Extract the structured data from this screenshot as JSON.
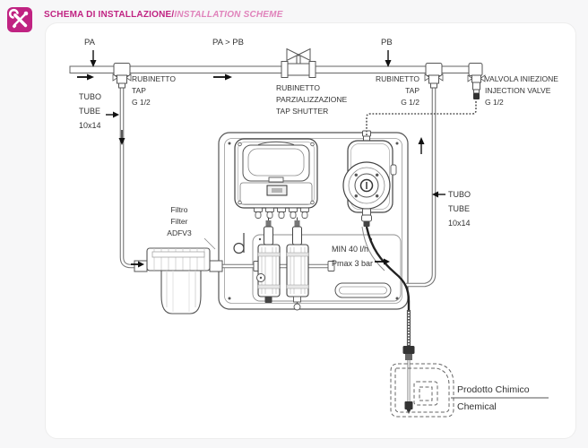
{
  "header": {
    "title_primary": "SCHEMA DI INSTALLAZIONE/",
    "title_secondary": "INSTALLATION SCHEME",
    "icon": "tools-icon",
    "accent_color": "#c02382",
    "accent_light": "#e083bb"
  },
  "diagram": {
    "flow_points": {
      "pa": "PA",
      "pa_gt_pb": "PA > PB",
      "pb": "PB"
    },
    "labels": {
      "tube_left": "TUBO\nTUBE\n10x14",
      "tap_left": "RUBINETTO\nTAP\nG 1/2",
      "tap_shutter": "RUBINETTO\nPARZIALIZZAZIONE\nTAP SHUTTER",
      "tap_right": "RUBINETTO\nTAP\nG 1/2",
      "injection_valve": "VALVOLA INIEZIONE\nINJECTION VALVE\nG 1/2",
      "filter": "Filtro\nFilter\nADFV3",
      "flow_spec": "MIN 40 l/h\nPmax 3 bar",
      "tube_right": "TUBO\nTUBE\n10x14",
      "chemical_product_it": "Prodotto Chimico",
      "chemical_product_en": "Chemical"
    },
    "line_color": "#555555"
  }
}
